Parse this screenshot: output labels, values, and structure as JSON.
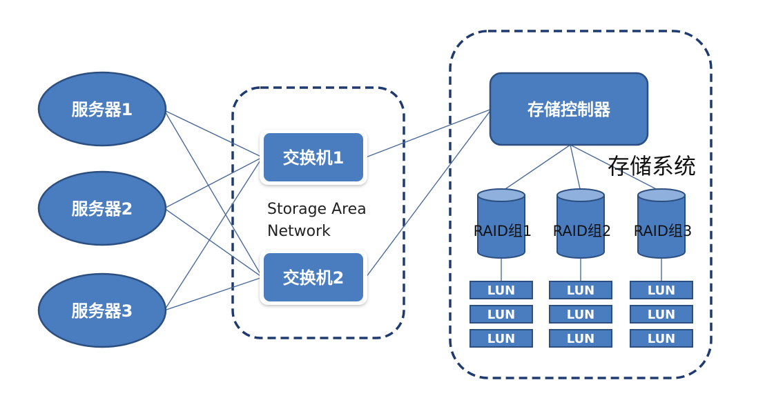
{
  "colors": {
    "node_fill": "#4a7cc0",
    "node_stroke": "#2c4f80",
    "dashed_border": "#1f3a6e",
    "link": "#4a6a9c",
    "cylinder_top": "#8fb0dc"
  },
  "servers": [
    {
      "id": "server-1",
      "label": "服务器1"
    },
    {
      "id": "server-2",
      "label": "服务器2"
    },
    {
      "id": "server-3",
      "label": "服务器3"
    }
  ],
  "san": {
    "label_line1": "Storage Area",
    "label_line2": "Network",
    "switches": [
      {
        "id": "switch-1",
        "label": "交换机1"
      },
      {
        "id": "switch-2",
        "label": "交换机2"
      }
    ]
  },
  "storage_system": {
    "label": "存储系统",
    "controller": {
      "label": "存储控制器"
    },
    "raid_groups": [
      {
        "id": "raid-1",
        "label": "RAID组1",
        "luns": [
          "LUN",
          "LUN",
          "LUN"
        ]
      },
      {
        "id": "raid-2",
        "label": "RAID组2",
        "luns": [
          "LUN",
          "LUN",
          "LUN"
        ]
      },
      {
        "id": "raid-3",
        "label": "RAID组3",
        "luns": [
          "LUN",
          "LUN",
          "LUN"
        ]
      }
    ]
  },
  "links": [
    [
      "server-1",
      "switch-1"
    ],
    [
      "server-1",
      "switch-2"
    ],
    [
      "server-2",
      "switch-1"
    ],
    [
      "server-2",
      "switch-2"
    ],
    [
      "server-3",
      "switch-1"
    ],
    [
      "server-3",
      "switch-2"
    ],
    [
      "switch-1",
      "controller"
    ],
    [
      "switch-2",
      "controller"
    ],
    [
      "controller",
      "raid-1"
    ],
    [
      "controller",
      "raid-2"
    ],
    [
      "controller",
      "raid-3"
    ]
  ]
}
